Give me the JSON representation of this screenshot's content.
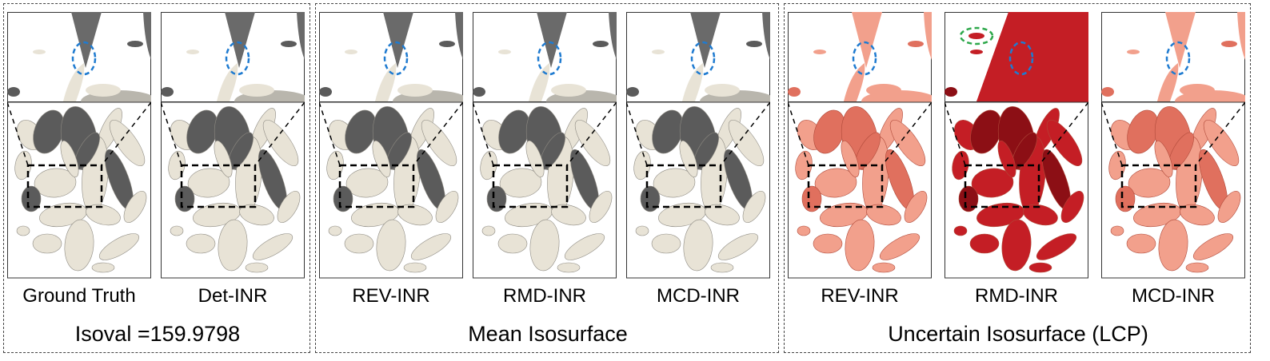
{
  "groups": [
    {
      "title": "Isoval =159.9798",
      "kind": "gray",
      "labels": [
        "Ground Truth",
        "Det-INR"
      ]
    },
    {
      "title": "Mean Isosurface",
      "kind": "gray",
      "labels": [
        "REV-INR",
        "RMD-INR",
        "MCD-INR"
      ]
    },
    {
      "title": "Uncertain Isosurface (LCP)",
      "kind": "red",
      "labels": [
        "REV-INR",
        "RMD-INR",
        "MCD-INR"
      ]
    }
  ],
  "colors": {
    "surface_gray": "#e8e3d6",
    "surface_dark": "#5b5b5b",
    "surface_light_red": "#f2a08c",
    "surface_dark_red": "#c41e25",
    "highlight_blue": "#1f7bd0",
    "highlight_green": "#2ea84b"
  }
}
